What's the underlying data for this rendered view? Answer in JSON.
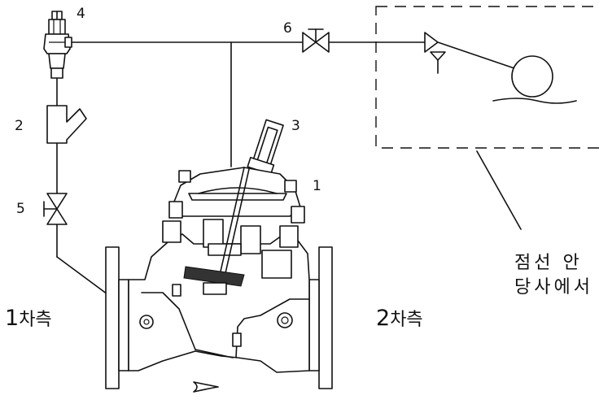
{
  "labels": {
    "n1": "1",
    "n2": "2",
    "n3": "3",
    "n4": "4",
    "n5": "5",
    "n6": "6"
  },
  "sides": {
    "primary_num": "1",
    "primary_text": "차측",
    "secondary_num": "2",
    "secondary_text": "차측"
  },
  "note": {
    "line1": "점선 안",
    "line2": "당사에서"
  }
}
